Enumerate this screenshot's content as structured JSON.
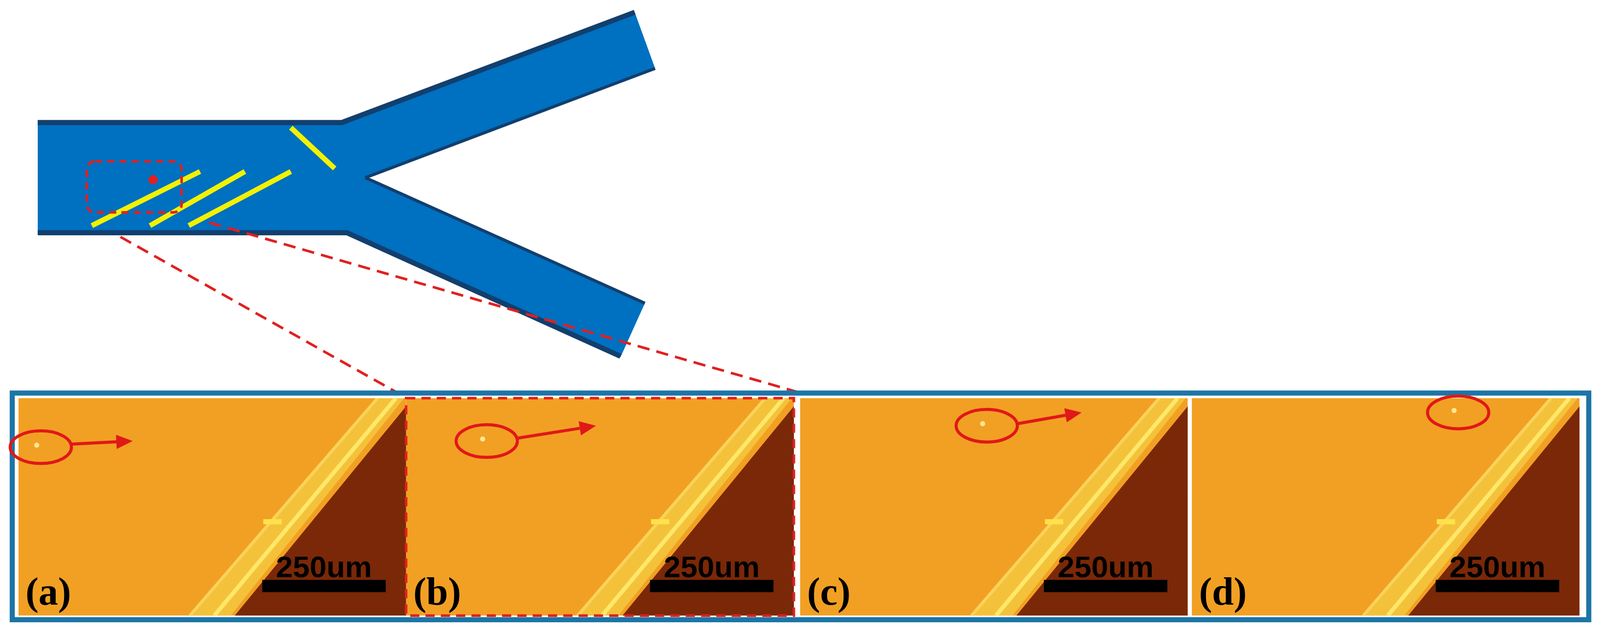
{
  "diagram": {
    "nodes": [
      {
        "text": [
          "(a)",
          "250um"
        ]
      },
      {
        "text": [
          "(b)",
          "250um"
        ]
      },
      {
        "text": [
          "(c)",
          "250um"
        ]
      },
      {
        "text": [
          "(d)",
          "250um"
        ]
      }
    ]
  }
}
